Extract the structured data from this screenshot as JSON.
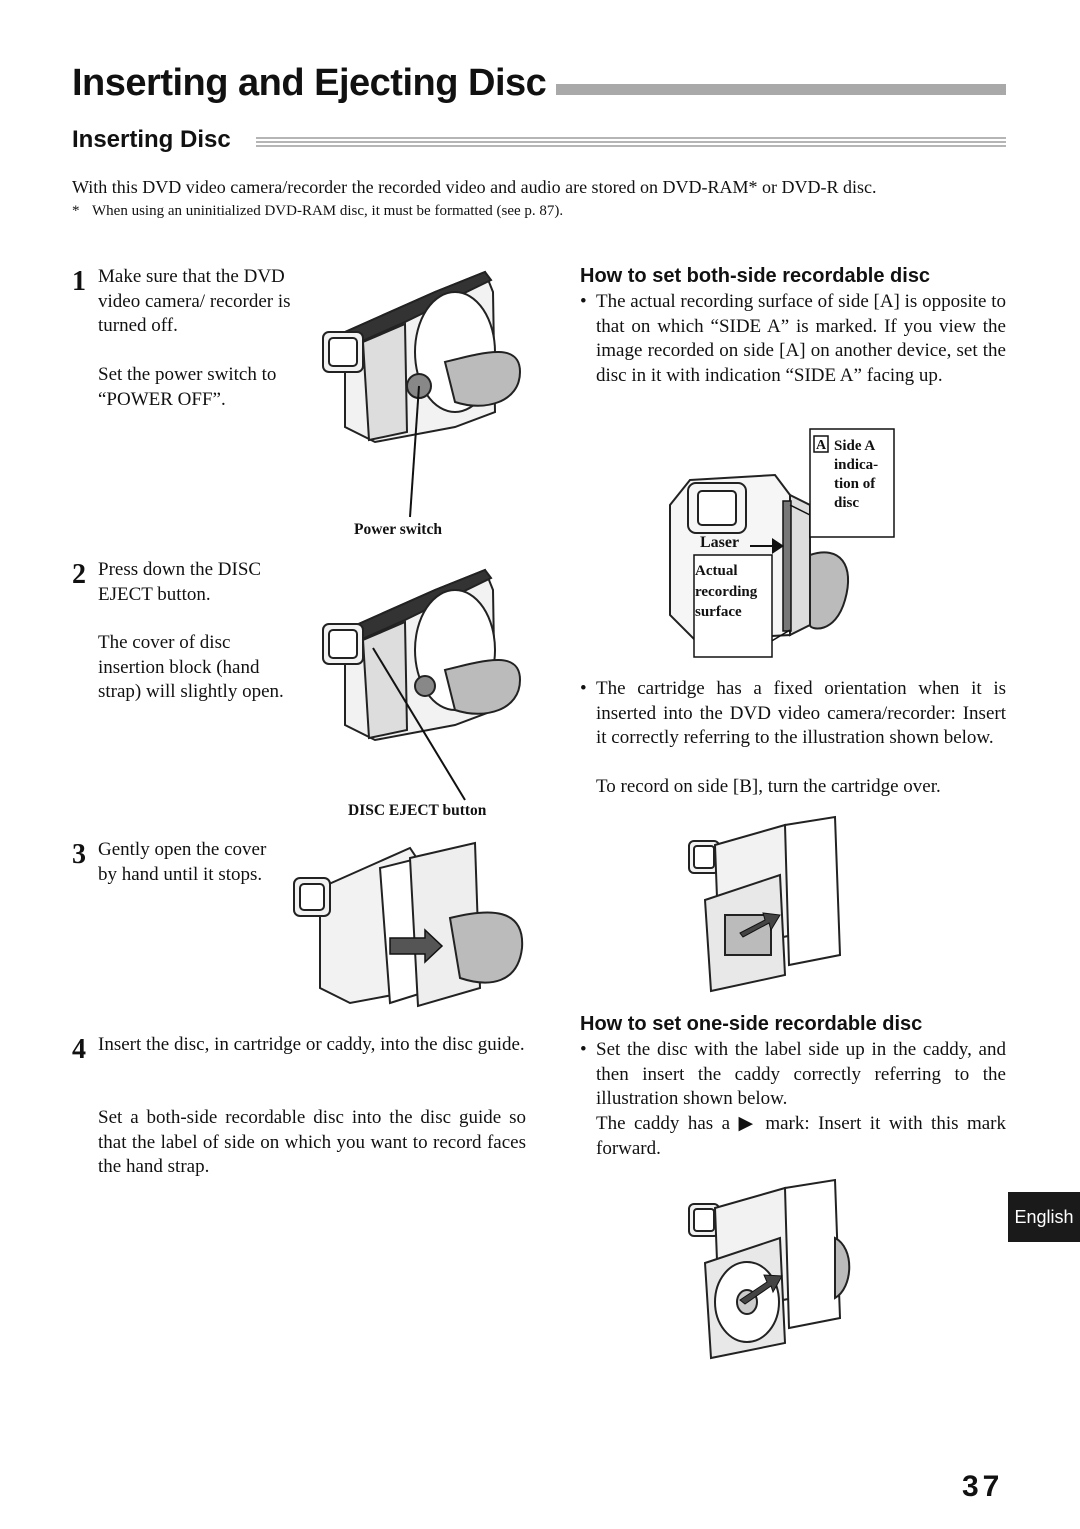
{
  "page": {
    "title": "Inserting and Ejecting Disc",
    "section_title": "Inserting Disc",
    "intro": "With this DVD video camera/recorder the recorded video and audio are stored on DVD-RAM* or DVD-R disc.",
    "footnote_mark": "*",
    "footnote": "When using an uninitialized DVD-RAM disc, it must be formatted (see p. 87).",
    "page_number": "37",
    "language_tab": "English"
  },
  "steps": [
    {
      "num": "1",
      "text": "Make sure that the DVD video camera/ recorder is turned off.",
      "text2": "Set the power switch to “POWER OFF”.",
      "caption": "Power switch"
    },
    {
      "num": "2",
      "text": "Press down the DISC EJECT button.",
      "text2": "The cover of disc insertion block (hand strap) will slightly open.",
      "caption": "DISC EJECT button"
    },
    {
      "num": "3",
      "text": "Gently open the cover by hand until it stops."
    },
    {
      "num": "4",
      "text": "Insert the disc, in cartridge or caddy, into the disc guide.",
      "text2": "Set a both-side recordable disc into the disc guide so that the label of side on which you want to record faces the hand strap."
    }
  ],
  "both_side": {
    "heading": "How to set both-side recordable disc",
    "bullet1": "The actual recording surface of side [A] is opposite to that on which “SIDE A” is marked. If you view the image recorded on side [A] on another device, set the disc in it with indication “SIDE A” facing up.",
    "diagram": {
      "box_letter": "A",
      "side_label_1": "Side A",
      "side_label_2": "indica-",
      "side_label_3": "tion of",
      "side_label_4": "disc",
      "laser": "Laser",
      "actual_1": "Actual",
      "actual_2": "recording",
      "actual_3": "surface"
    },
    "bullet2": "The cartridge has a fixed orientation when it is inserted into the DVD video camera/recorder: Insert it correctly referring to the illustration shown below.",
    "bullet2_extra": "To record on side [B], turn the cartridge over."
  },
  "one_side": {
    "heading": "How to set one-side recordable disc",
    "bullet1": "Set the disc with the label side up in the caddy, and then insert the caddy correctly referring to the illustration shown below.",
    "caddy_pre": "The caddy has a",
    "caddy_mark": "▶",
    "caddy_post": "mark: Insert it with this mark forward."
  }
}
